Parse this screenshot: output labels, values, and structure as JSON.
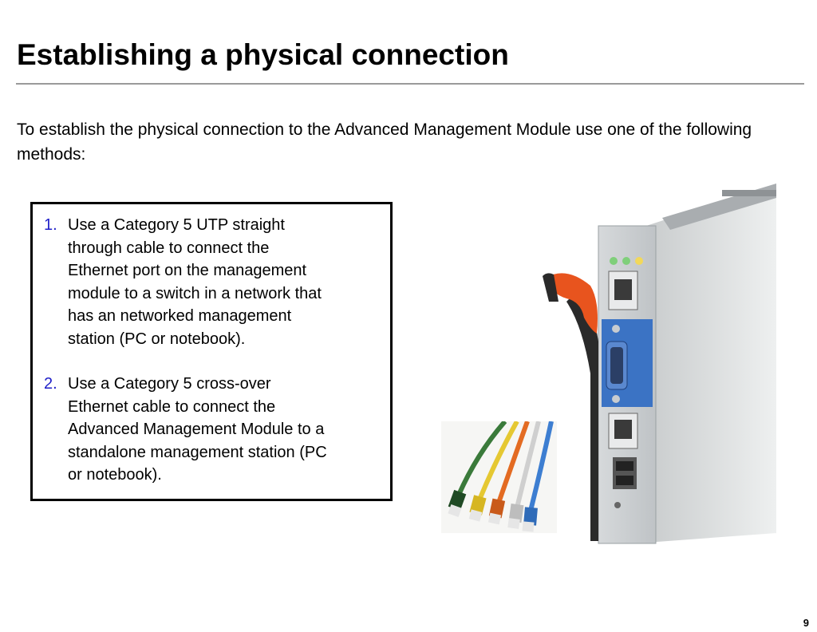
{
  "slide": {
    "title": "Establishing a physical connection",
    "intro": "To establish the physical connection to the Advanced Management Module use one of the following methods:",
    "methods": [
      {
        "number": "1.",
        "text": "Use a Category 5 UTP straight\nthrough cable to connect the\nEthernet port on the management\nmodule to a switch in a network that\nhas an networked management\nstation (PC or notebook)."
      },
      {
        "number": "2.",
        "text": "Use a Category 5 cross-over\nEthernet cable to connect the\nAdvanced Management Module to a\nstandalone management station (PC\nor notebook)."
      }
    ],
    "page_number": "9"
  },
  "colors": {
    "list_number": "#1f1fc8",
    "rule": "#9a9a9a",
    "module_blue": "#3b73c4",
    "lever_orange": "#e8541e"
  }
}
